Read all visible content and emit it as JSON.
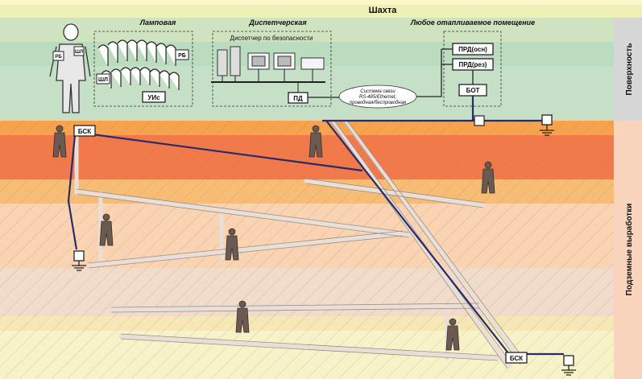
{
  "diagram": {
    "title": "Шахта",
    "zones": {
      "surface": "Поверхность",
      "underground": "Подземные выработки"
    },
    "sections": {
      "lamp_room": "Ламповая",
      "dispatch": "Диспетчерская",
      "heated_room": "Любое отапливаемое помещение"
    },
    "labels": {
      "safety_dispatcher": "Диспетчер по безопасности",
      "comm_line1": "Система связи",
      "comm_line2": "RS-485/Ethernet,",
      "comm_line3": "проводная/беспроводная"
    },
    "devices": {
      "uis": "УИс",
      "pd": "ПД",
      "prd_main": "ПРД(осн)",
      "prd_res": "ПРД(рез)",
      "bot": "БОТ",
      "bsk_left": "БСК",
      "bsk_right": "БСК",
      "rb_worker": "РБ",
      "shl_worker": "ШЛ",
      "rb_rack": "РБ",
      "shl_rack": "ШЛ"
    }
  }
}
